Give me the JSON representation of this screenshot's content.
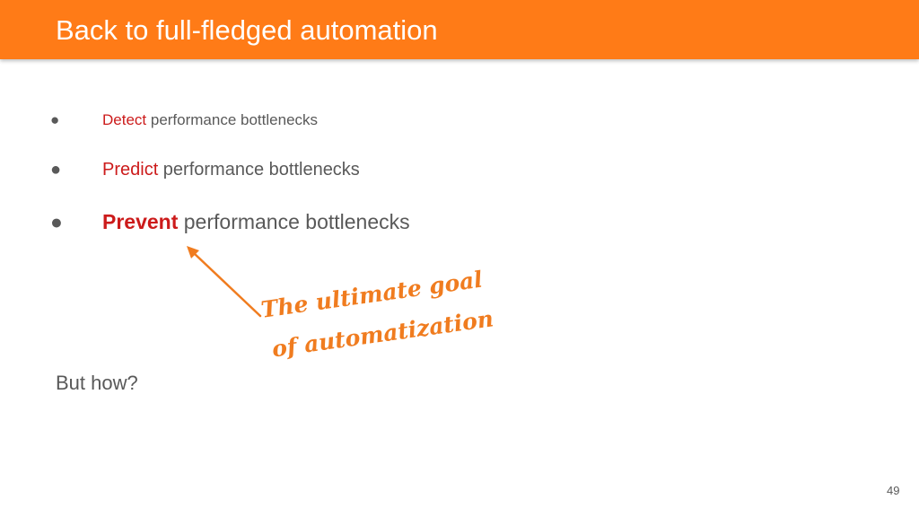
{
  "slide": {
    "title": "Back to full-fledged automation",
    "bullet_marker": "●",
    "bullets": [
      {
        "keyword": "Detect",
        "rest": " performance bottlenecks"
      },
      {
        "keyword": "Predict",
        "rest": " performance bottlenecks"
      },
      {
        "keyword": "Prevent",
        "rest": " performance bottlenecks"
      }
    ],
    "annotation": {
      "line1": "The ultimate goal",
      "line2": "of automatization"
    },
    "question": "But how?",
    "page_number": "49"
  },
  "colors": {
    "header": "#ff7b17",
    "keyword": "#cc1b1b",
    "body_text": "#595959",
    "annotation": "#f07c1f"
  }
}
